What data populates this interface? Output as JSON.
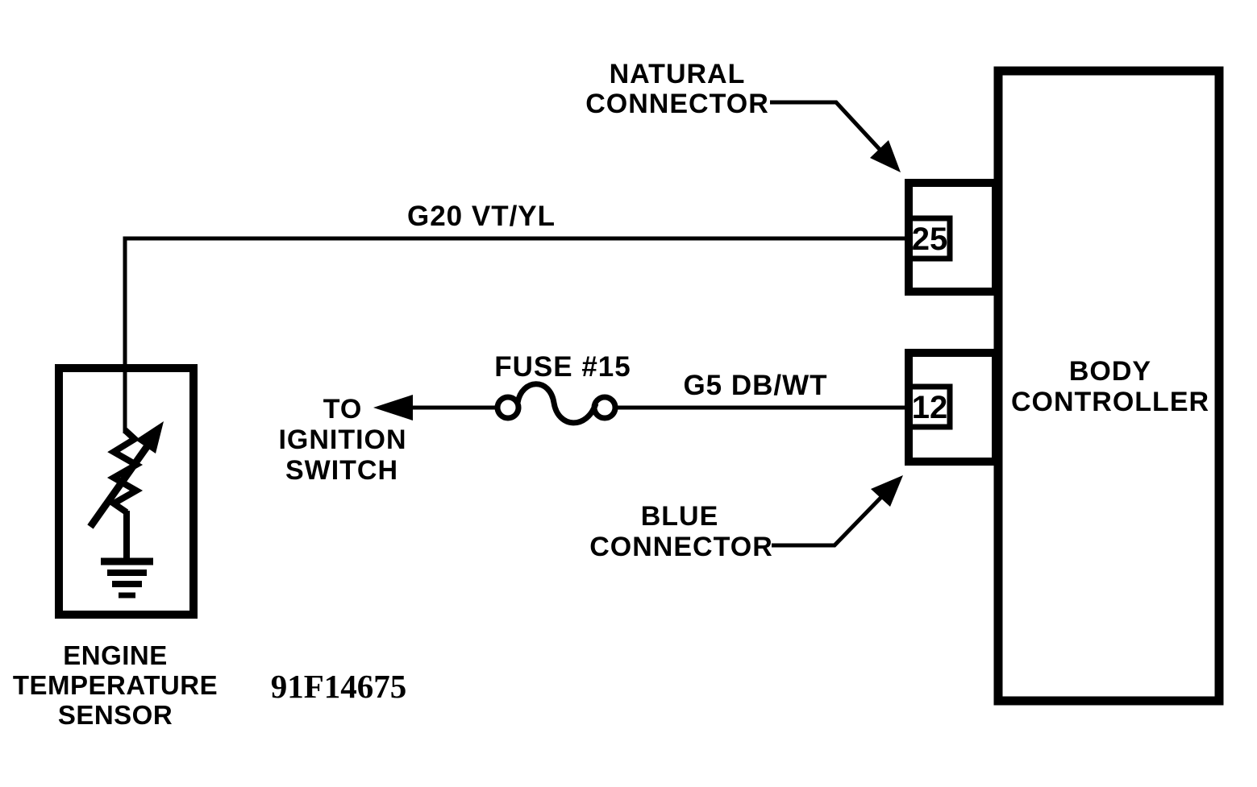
{
  "diagram": {
    "title_context": "Engine temperature sensor to body controller wiring schematic",
    "colors": {
      "line": "#000000",
      "background": "#ffffff"
    },
    "labels": {
      "natural_connector_line1": "NATURAL",
      "natural_connector_line2": "CONNECTOR",
      "blue_connector_line1": "BLUE",
      "blue_connector_line2": "CONNECTOR",
      "body_controller_line1": "BODY",
      "body_controller_line2": "CONTROLLER",
      "wire_g20": "G20 VT/YL",
      "wire_g5": "G5 DB/WT",
      "fuse": "FUSE #15",
      "ignition_line1": "TO",
      "ignition_line2": "IGNITION",
      "ignition_line3": "SWITCH",
      "sensor_line1": "ENGINE",
      "sensor_line2": "TEMPERATURE",
      "sensor_line3": "SENSOR",
      "pin_25": "25",
      "pin_12": "12",
      "figure_id": "91F14675"
    }
  }
}
